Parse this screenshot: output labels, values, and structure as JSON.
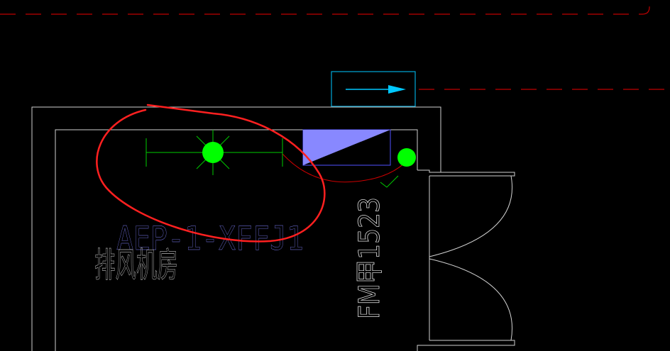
{
  "drawing": {
    "background": "#000000",
    "colors": {
      "wall": "#d0d0d0",
      "dashed_line": "#c00000",
      "duct_outline": "#00a8d8",
      "flow_arrow": "#00c8ff",
      "fan_line": "#00cc00",
      "fan_dot": "#00ff00",
      "damper_fill": "#8888ff",
      "damper_outline": "#5050ff",
      "red_arc": "#cc0000",
      "annotation_circle": "#ff2020",
      "equipment_tag": "#8080ff",
      "room_name": "#a0a0a0",
      "door_tag": "#e0e0e0"
    },
    "labels": {
      "equipment_tag": "AEP-1-XFFJ1",
      "room_name": "排风机房",
      "door_tag": "FM甲1523"
    }
  }
}
